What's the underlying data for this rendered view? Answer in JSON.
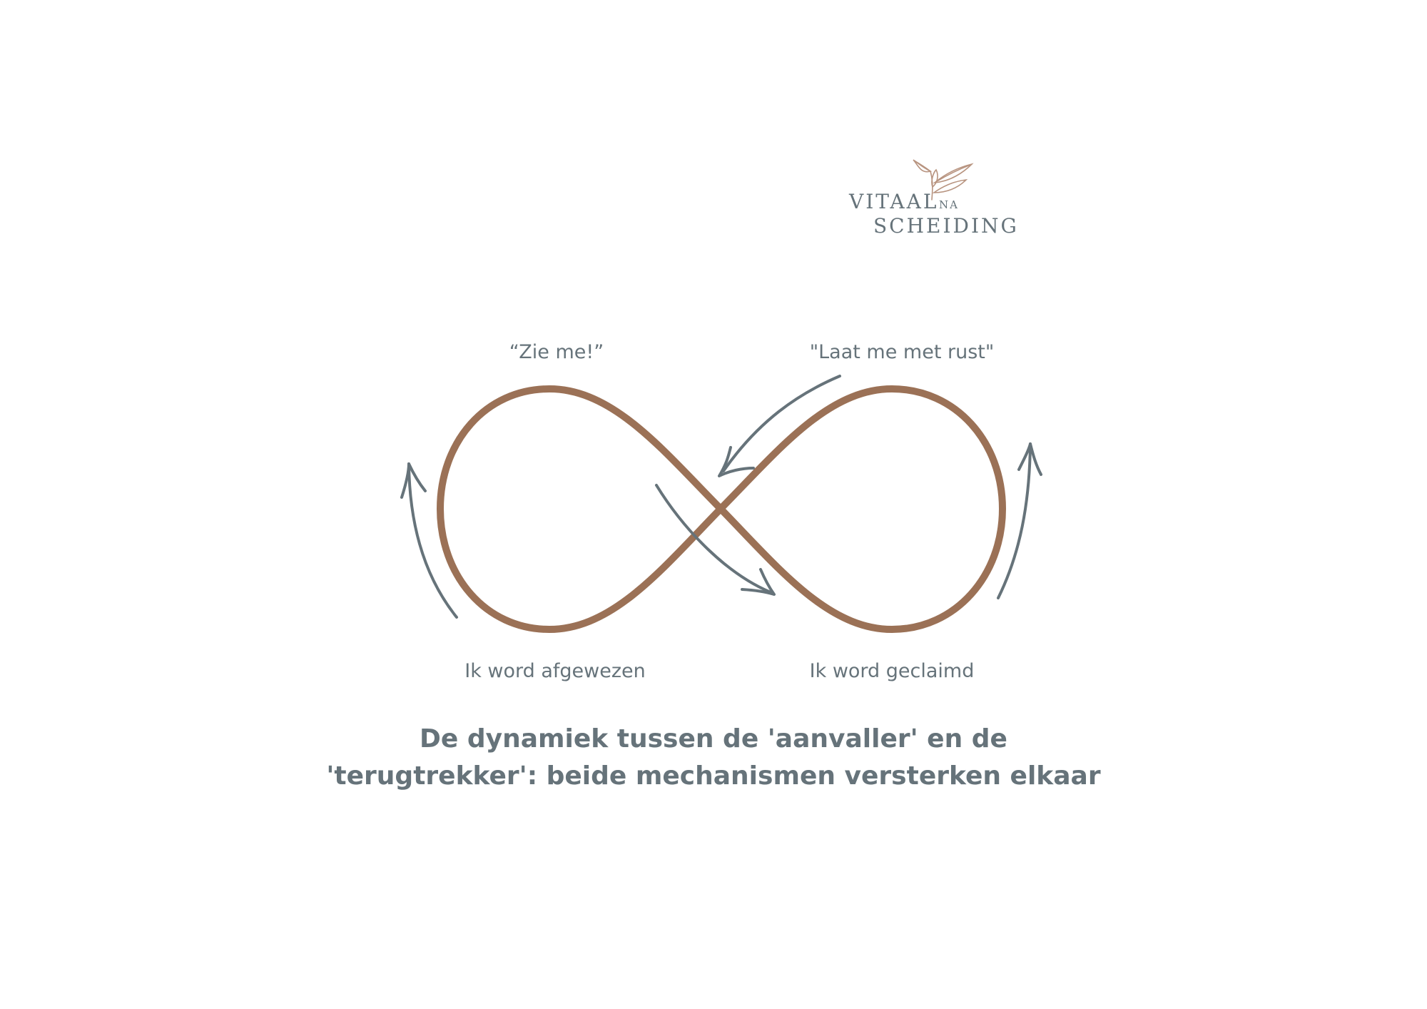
{
  "logo": {
    "line1": "VITAAL",
    "small": "NA",
    "line2": "SCHEIDING"
  },
  "labels": {
    "top_left": "“Zie me!”",
    "top_right": "\"Laat me met rust\"",
    "bottom_left": "Ik word afgewezen",
    "bottom_right": "Ik word geclaimd"
  },
  "caption": {
    "line1": "De dynamiek tussen de 'aanvaller' en de",
    "line2": "'terugtrekker': beide mechanismen versterken elkaar"
  },
  "colors": {
    "infinity_stroke": "#9b7156",
    "arrow_stroke": "#66737a",
    "text": "#66737a",
    "leaf_stroke": "#b89480"
  }
}
